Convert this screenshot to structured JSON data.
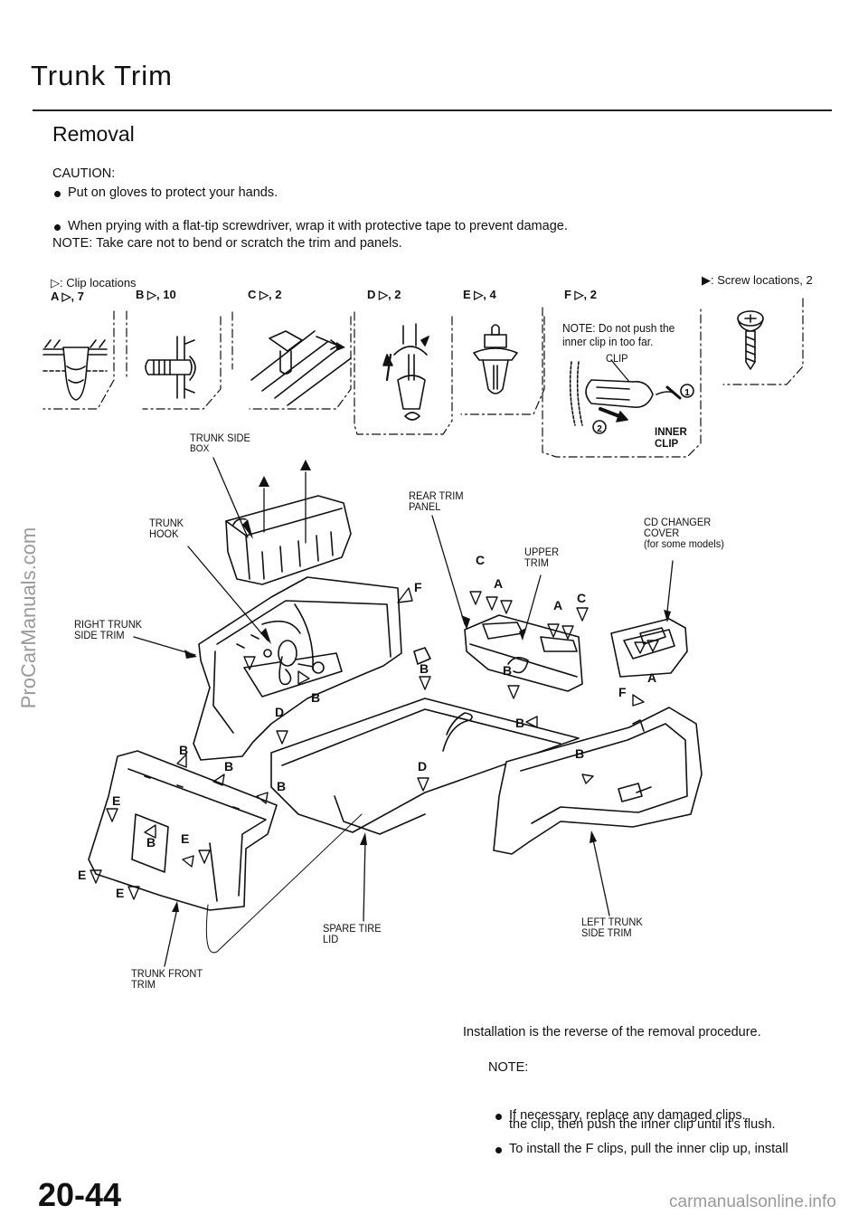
{
  "header": {
    "title": "Trunk Trim",
    "subtitle": "Removal"
  },
  "caution": {
    "heading": "CAUTION:",
    "items": [
      "Put on gloves to protect your hands.",
      "When prying with a flat-tip screwdriver, wrap it with protective tape to prevent damage."
    ],
    "note": "NOTE:  Take care not to bend or scratch the trim and panels."
  },
  "legend": {
    "clip_locations": "Clip locations",
    "screw_locations": "Screw locations, 2",
    "clips": [
      "A ▷, 7",
      "B ▷, 10",
      "C ▷, 2",
      "D ▷, 2",
      "E ▷, 4",
      "F ▷, 2"
    ]
  },
  "detail_f": {
    "note_line1": "NOTE:  Do not push the",
    "note_line2": "inner clip in too far.",
    "clip": "CLIP",
    "inner1": "INNER",
    "inner2": "CLIP",
    "step1": "1",
    "step2": "2"
  },
  "parts": {
    "trunk_side_box_1": "TRUNK  SIDE",
    "trunk_side_box_2": "BOX",
    "trunk_hook_1": "TRUNK",
    "trunk_hook_2": "HOOK",
    "rear_trim_1": "REAR TRIM",
    "rear_trim_2": "PANEL",
    "cd_changer_1": "CD CHANGER",
    "cd_changer_2": "COVER",
    "cd_changer_3": "(for some models)",
    "upper_trim_1": "UPPER",
    "upper_trim_2": "TRIM",
    "right_side_1": "RIGHT TRUNK",
    "right_side_2": "SIDE  TRIM",
    "spare_lid_1": "SPARE TIRE",
    "spare_lid_2": "LID",
    "left_side_1": "LEFT TRUNK",
    "left_side_2": "SIDE TRIM",
    "front_trim_1": "TRUNK  FRONT",
    "front_trim_2": "TRIM"
  },
  "diagram_callouts": {
    "A1": "A",
    "A2": "A",
    "A3": "A",
    "B1": "B",
    "B2": "B",
    "B3": "B",
    "B4": "B",
    "B5": "B",
    "B6": "B",
    "B7": "B",
    "B8": "B",
    "B9": "B",
    "C1": "C",
    "C2": "C",
    "D1": "D",
    "D2": "D",
    "E1": "E",
    "E2": "E",
    "E3": "E",
    "E4": "E",
    "F1": "F",
    "F2": "F"
  },
  "footer": {
    "install": "Installation is the reverse of the removal procedure.",
    "note_heading": "NOTE:",
    "notes": [
      "If necessary, replace any damaged clips.",
      "To install the F clips, pull the inner clip up, install"
    ],
    "note_cont": "the clip, then push the inner clip until it's flush.",
    "page_number": "20-44"
  },
  "watermarks": {
    "side": "ProCarManuals.com",
    "bottom": "carmanualsonline.info"
  }
}
